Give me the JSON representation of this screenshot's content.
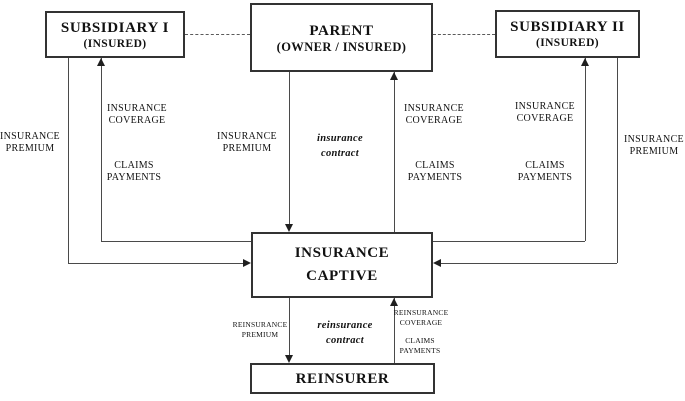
{
  "nodes": {
    "subsidiary1": {
      "title": "SUBSIDIARY I",
      "subtitle": "(INSURED)"
    },
    "parent": {
      "title": "PARENT",
      "subtitle": "(OWNER / INSURED)"
    },
    "subsidiary2": {
      "title": "SUBSIDIARY II",
      "subtitle": "(INSURED)"
    },
    "captive": {
      "title": "INSURANCE\nCAPTIVE"
    },
    "reinsurer": {
      "title": "REINSURER"
    }
  },
  "edge_labels": {
    "sub1_premium": "INSURANCE\nPREMIUM",
    "sub1_coverage": "INSURANCE\nCOVERAGE",
    "sub1_claims": "CLAIMS\nPAYMENTS",
    "parent_premium": "INSURANCE\nPREMIUM",
    "insurance_contract": "insurance\ncontract",
    "parent_coverage": "INSURANCE\nCOVERAGE",
    "parent_claims": "CLAIMS\nPAYMENTS",
    "sub2_coverage": "INSURANCE\nCOVERAGE",
    "sub2_claims": "CLAIMS\nPAYMENTS",
    "sub2_premium": "INSURANCE\nPREMIUM",
    "reinsurance_premium": "REINSURANCE\nPREMIUM",
    "reinsurance_contract": "reinsurance\ncontract",
    "reinsurance_coverage": "REINSURANCE\nCOVERAGE",
    "reinsurance_claims": "CLAIMS\nPAYMENTS"
  },
  "colors": {
    "background": "#ffffff",
    "box_border": "#333333",
    "line": "#4a4a4a",
    "arrow": "#1f1f1f",
    "text": "#111111"
  }
}
